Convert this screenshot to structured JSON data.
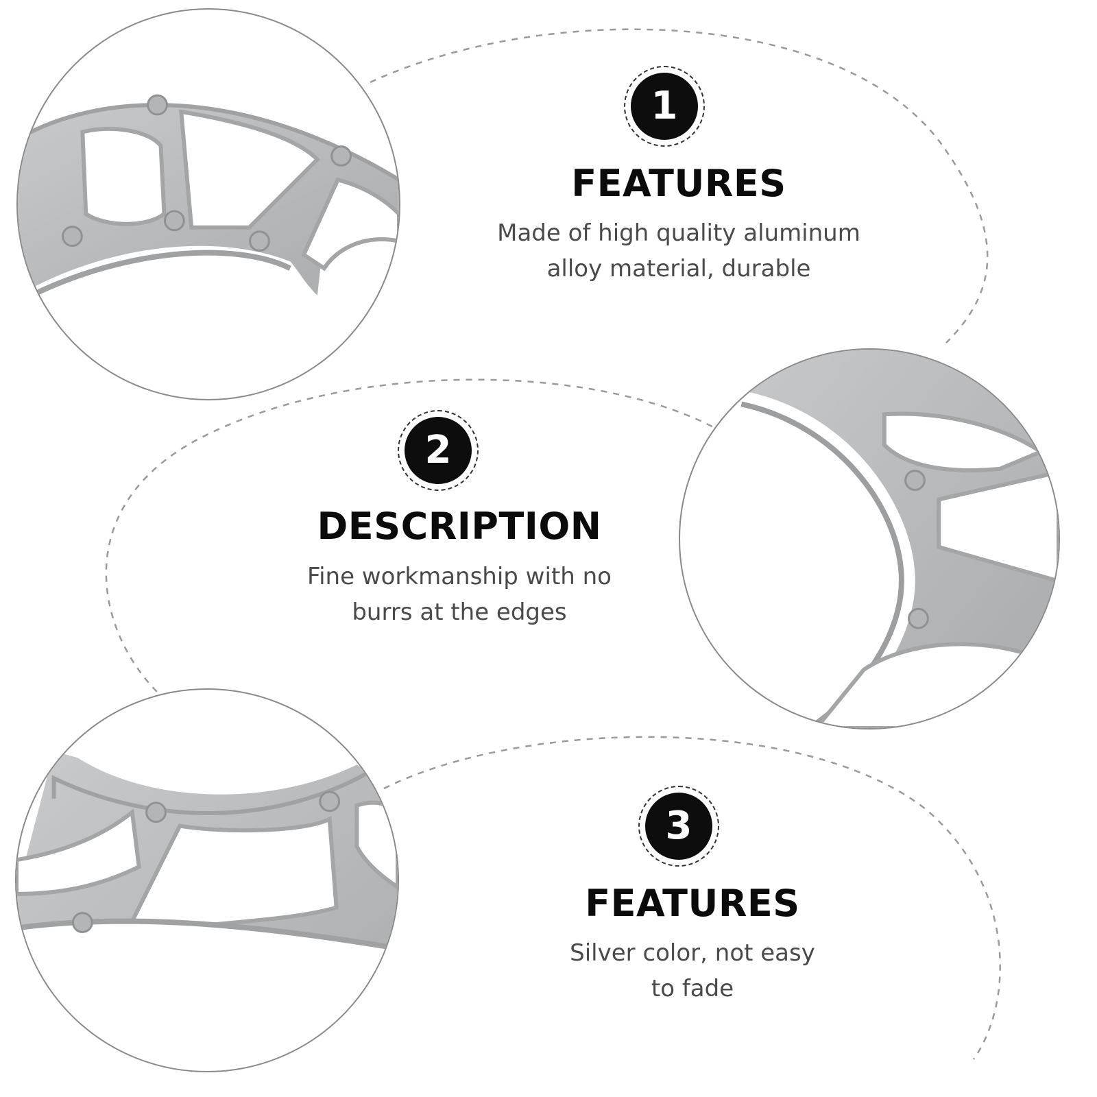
{
  "colors": {
    "accent": "#0d0d0d",
    "metal": "#b9bbbd",
    "dashed_line": "#9a9a9a"
  },
  "sections": [
    {
      "number": "1",
      "title": "FEATURES",
      "line1": "Made of high quality aluminum",
      "line2": "alloy material, durable"
    },
    {
      "number": "2",
      "title": "DESCRIPTION",
      "line1": "Fine workmanship with no",
      "line2": "burrs at the edges"
    },
    {
      "number": "3",
      "title": "FEATURES",
      "line1": "Silver color, not easy",
      "line2": "to fade"
    }
  ]
}
